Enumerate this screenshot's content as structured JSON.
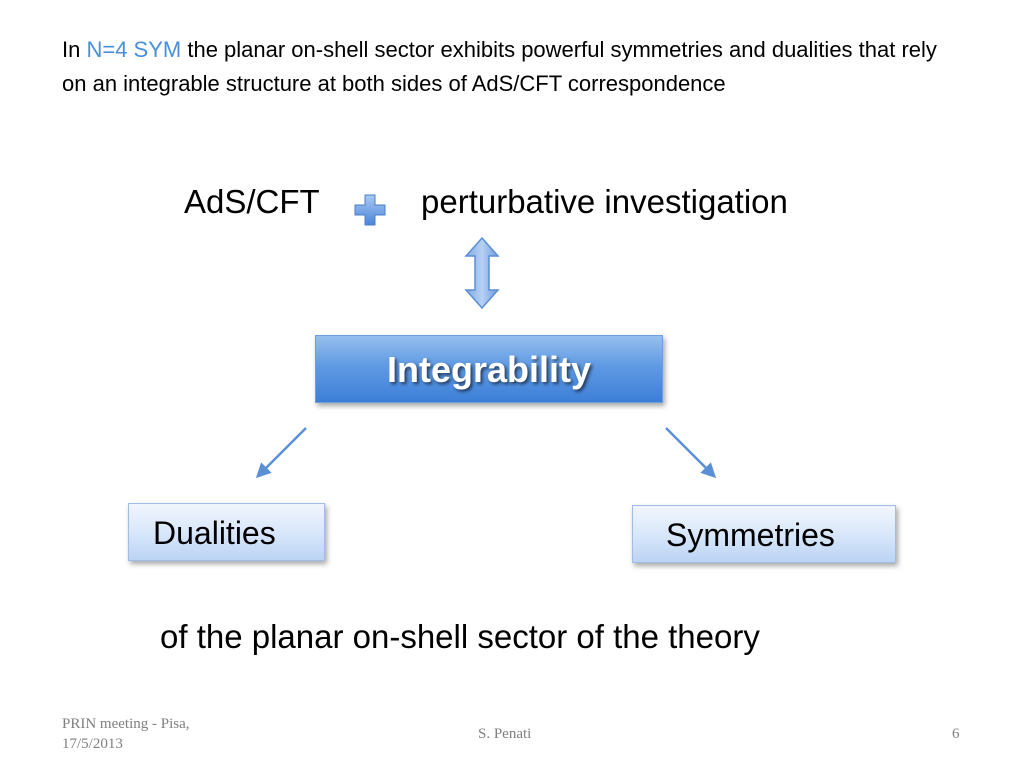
{
  "intro": {
    "prefix": "In ",
    "highlight": "N=4 SYM",
    "rest": " the planar on-shell sector exhibits powerful symmetries and dualities that rely on an integrable structure at both sides of AdS/CFT correspondence"
  },
  "diagram": {
    "left_term": "AdS/CFT",
    "right_term": "perturbative investigation",
    "center_box": "Integrability",
    "left_box": "Dualities",
    "right_box": "Symmetries",
    "conclusion": "of the planar on-shell sector of the theory"
  },
  "footer": {
    "event": "PRIN meeting - Pisa, 17/5/2013",
    "author": "S. Penati",
    "page_number": "6"
  },
  "colors": {
    "accent": "#4a90d9",
    "box_main": "#4a88dc",
    "box_side": "#d6e6fa",
    "arrow": "#5b8fd6",
    "footer_text": "#7f7f7f"
  }
}
